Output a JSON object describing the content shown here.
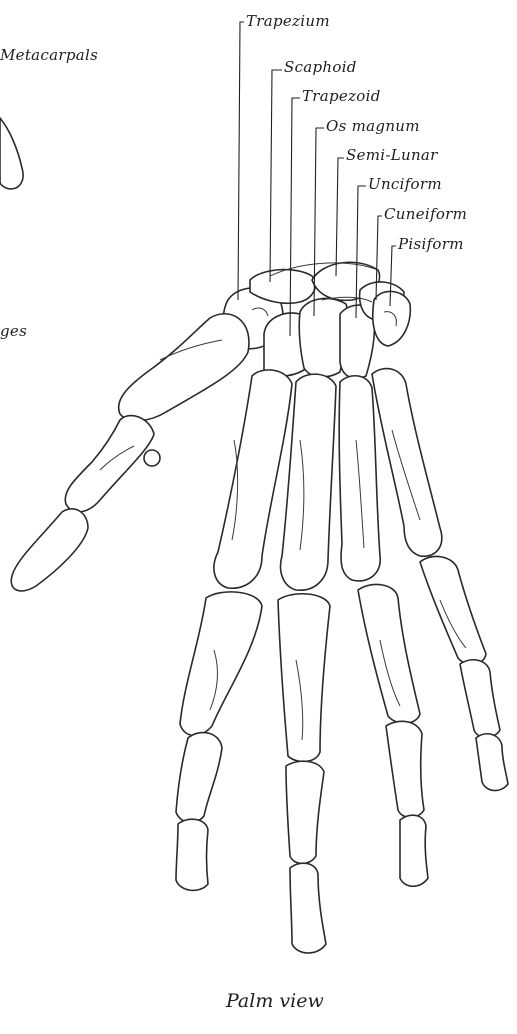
{
  "figure": {
    "labels": {
      "trapezium": "Trapezium",
      "scaphoid": "Scaphoid",
      "trapezoid": "Trapezoid",
      "os_magnum": "Os magnum",
      "semi_lunar": "Semi-Lunar",
      "unciform": "Unciform",
      "cuneiform": "Cuneiform",
      "pisiform": "Pisiform",
      "metacarpals": "Metacarpals",
      "phalanges_fragment": "ges"
    },
    "caption": "Palm view"
  }
}
